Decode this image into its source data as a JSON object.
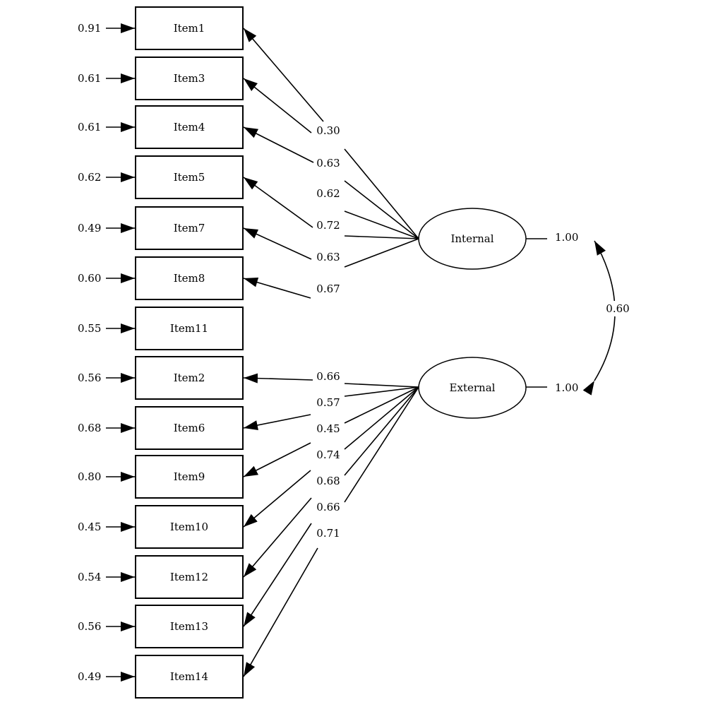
{
  "factors": [
    {
      "name": "Internal",
      "variance": "1.00"
    },
    {
      "name": "External",
      "variance": "1.00"
    }
  ],
  "correlation": "0.60",
  "items": [
    {
      "label": "Item1",
      "error": "0.91",
      "loading": "0.30",
      "factor": 0
    },
    {
      "label": "Item3",
      "error": "0.61",
      "loading": "0.63",
      "factor": 0
    },
    {
      "label": "Item4",
      "error": "0.61",
      "loading": "0.62",
      "factor": 0
    },
    {
      "label": "Item5",
      "error": "0.62",
      "loading": "0.72",
      "factor": 0
    },
    {
      "label": "Item7",
      "error": "0.49",
      "loading": "0.63",
      "factor": 0
    },
    {
      "label": "Item8",
      "error": "0.60",
      "loading": "0.67",
      "factor": 0
    },
    {
      "label": "Item11",
      "error": "0.55",
      "loading": null,
      "factor": 0
    },
    {
      "label": "Item2",
      "error": "0.56",
      "loading": "0.66",
      "factor": 1
    },
    {
      "label": "Item6",
      "error": "0.68",
      "loading": "0.57",
      "factor": 1
    },
    {
      "label": "Item9",
      "error": "0.80",
      "loading": "0.45",
      "factor": 1
    },
    {
      "label": "Item10",
      "error": "0.45",
      "loading": "0.74",
      "factor": 1
    },
    {
      "label": "Item12",
      "error": "0.54",
      "loading": "0.68",
      "factor": 1
    },
    {
      "label": "Item13",
      "error": "0.56",
      "loading": "0.66",
      "factor": 1
    },
    {
      "label": "Item14",
      "error": "0.49",
      "loading": "0.71",
      "factor": 1
    }
  ]
}
